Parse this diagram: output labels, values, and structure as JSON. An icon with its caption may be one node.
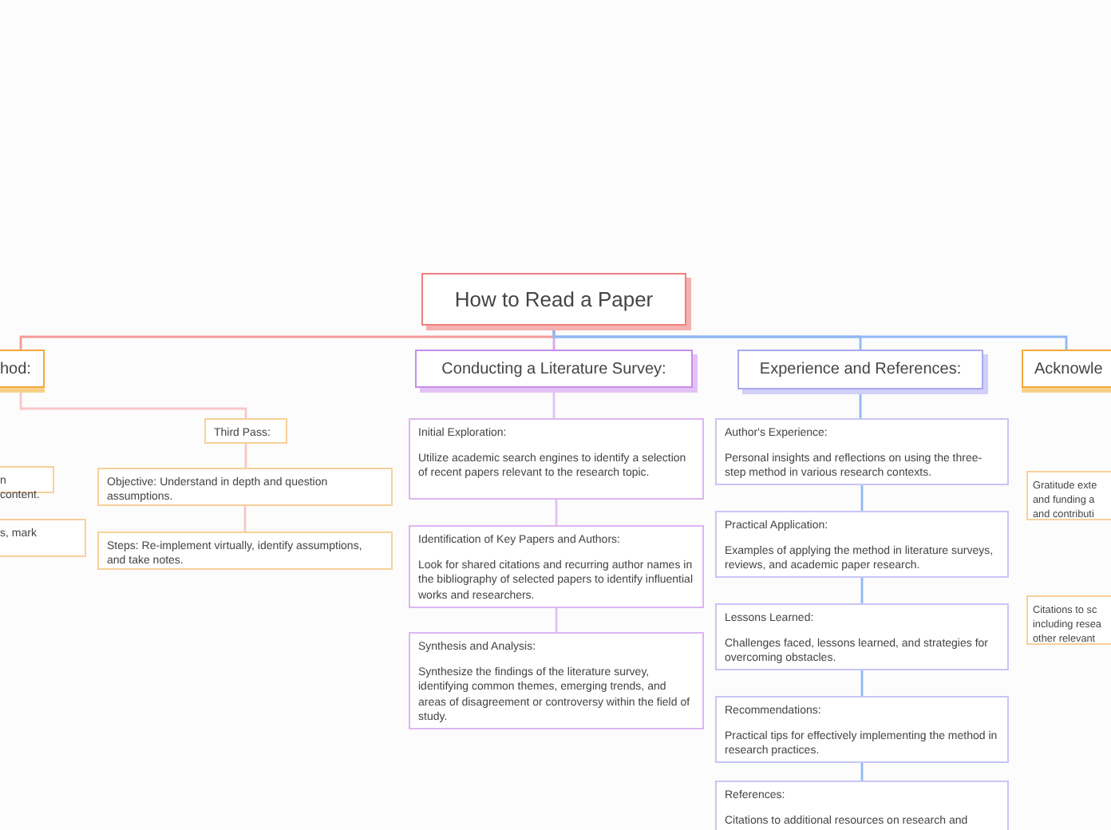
{
  "diagram": {
    "nodes": [
      {
        "text": [
          "How to Read a Paper"
        ]
      },
      {
        "text": [
          "hod:"
        ]
      },
      {
        "text": [
          "n content."
        ]
      },
      {
        "text": [
          "s, mark"
        ]
      },
      {
        "text": [
          "Third Pass:"
        ]
      },
      {
        "text": [
          "Objective: Understand in depth and question assumptions."
        ]
      },
      {
        "text": [
          "Steps: Re-implement virtually, identify assumptions, and take notes."
        ]
      },
      {
        "text": [
          "Conducting a Literature Survey:"
        ]
      },
      {
        "text": [
          "Initial Exploration:",
          "Utilize academic search engines to identify a selection of recent papers relevant to the research topic."
        ]
      },
      {
        "text": [
          "Identification of Key Papers and Authors:",
          "Look for shared citations and recurring author names in the bibliography of selected papers to identify influential works and researchers."
        ]
      },
      {
        "text": [
          "Synthesis and Analysis:",
          "Synthesize the findings of the literature survey, identifying common themes, emerging trends, and areas of disagreement or controversy within the field of study."
        ]
      },
      {
        "text": [
          "Experience and References:"
        ]
      },
      {
        "text": [
          "Author's Experience:",
          "Personal insights and reflections on using the three-step method in various research contexts."
        ]
      },
      {
        "text": [
          "Practical Application:",
          "Examples of applying the method in literature surveys, reviews, and academic paper research."
        ]
      },
      {
        "text": [
          "Lessons Learned:",
          "Challenges faced, lessons learned, and strategies for overcoming obstacles."
        ]
      },
      {
        "text": [
          "Recommendations:",
          "Practical tips for effectively implementing the method in research practices."
        ]
      },
      {
        "text": [
          "References:",
          "Citations to additional resources on research and"
        ]
      },
      {
        "text": [
          "Acknowle"
        ]
      },
      {
        "text": [
          "Gratitude exte and funding a and contributi"
        ]
      },
      {
        "text": [
          "Citations to sc including resea other relevant"
        ]
      }
    ],
    "edges": [
      {
        "from": 0,
        "to": 1,
        "arrow": "none",
        "color": "#f59a9a"
      },
      {
        "from": 0,
        "to": 7,
        "arrow": "none",
        "color": "#d9a6f0"
      },
      {
        "from": 0,
        "to": 11,
        "arrow": "none"
      },
      {
        "from": 0,
        "to": 17,
        "arrow": "none"
      },
      {
        "from": 1,
        "to": 4,
        "arrow": "none",
        "color": "#f8c6c6"
      },
      {
        "from": 4,
        "to": 5,
        "arrow": "none",
        "color": "#f8c6c6"
      },
      {
        "from": 5,
        "to": 6,
        "arrow": "none",
        "color": "#f8c6c6"
      },
      {
        "from": 7,
        "to": 8,
        "arrow": "none",
        "color": "#e2c2f4"
      },
      {
        "from": 8,
        "to": 9,
        "arrow": "none",
        "color": "#e2c2f4"
      },
      {
        "from": 9,
        "to": 10,
        "arrow": "none",
        "color": "#e2c2f4"
      },
      {
        "from": 11,
        "to": 12,
        "arrow": "none"
      },
      {
        "from": 12,
        "to": 13,
        "arrow": "none"
      },
      {
        "from": 13,
        "to": 14,
        "arrow": "none"
      },
      {
        "from": 14,
        "to": 15,
        "arrow": "none"
      },
      {
        "from": 15,
        "to": 16,
        "arrow": "none"
      }
    ]
  }
}
